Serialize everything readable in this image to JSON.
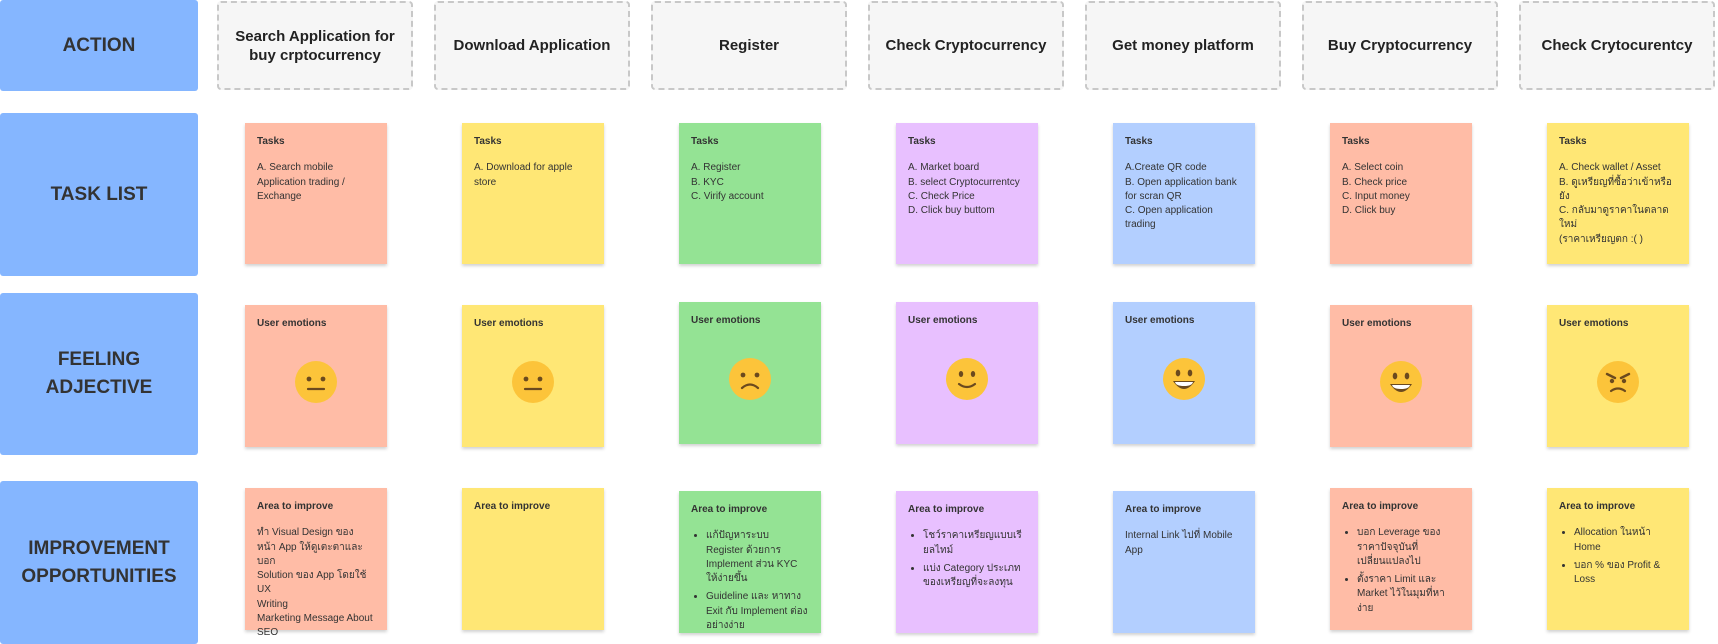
{
  "colors": {
    "label_bg": "#85b6ff",
    "salmon": "#ffbca6",
    "yellow": "#ffe775",
    "green": "#94e394",
    "purple": "#e8c0ff",
    "blue": "#b3cfff",
    "emoji_face": "#fcc43a"
  },
  "row_labels": {
    "action": "ACTION",
    "tasks": "TASK LIST",
    "feeling": "FEELING\nADJECTIVE",
    "improvement": "IMPROVEMENT\nOPPORTUNITIES"
  },
  "columns": [
    {
      "color": "salmon",
      "action": "Search Application for buy crptocurrency",
      "tasks_title": "Tasks",
      "tasks": "A. Search mobile\nApplication trading /\nExchange",
      "emotion_title": "User emotions",
      "emotion": "neutral-face-icon",
      "improve_title": "Area to improve",
      "improve_text": "ทำ Visual Design ของ\nหน้า App ให้ดูเตะตาและบอก\nSolution ของ App โดยใช้ UX\nWriting\nMarketing Message About\nSEO",
      "improve_bullets": []
    },
    {
      "color": "yellow",
      "action": "Download Application",
      "tasks_title": "Tasks",
      "tasks": "A. Download for apple\nstore",
      "emotion_title": "User emotions",
      "emotion": "neutral-face-icon",
      "improve_title": "Area to improve",
      "improve_text": "",
      "improve_bullets": []
    },
    {
      "color": "green",
      "action": "Register",
      "tasks_title": "Tasks",
      "tasks": "A. Register\nB. KYC\nC. Virify account",
      "emotion_title": "User emotions",
      "emotion": "frowning-face-icon",
      "improve_title": "Area to improve",
      "improve_text": "",
      "improve_bullets": [
        "แก้ปัญหาระบบ Register ด้วยการ Implement ส่วน KYC ให้ง่ายขึ้น",
        "Guideline และ หาทาง Exit กับ Implement ต่องอย่างง่าย"
      ]
    },
    {
      "color": "purple",
      "action": "Check Cryptocurrency",
      "tasks_title": "Tasks",
      "tasks": "A. Market board\nB. select Cryptocurrentcy\nC. Check Price\nD. Click buy buttom",
      "emotion_title": "User emotions",
      "emotion": "slightly-smiling-face-icon",
      "improve_title": "Area to improve",
      "improve_text": "",
      "improve_bullets": [
        "โชว์ราคาเหรียญแบบเรียลไทม์",
        "แบ่ง Category ประเภทของเหรียญที่จะลงทุน"
      ]
    },
    {
      "color": "blue",
      "action": "Get money platform",
      "tasks_title": "Tasks",
      "tasks": "A.Create QR code\nB. Open application bank\nfor scran QR\nC. Open application\ntrading",
      "emotion_title": "User emotions",
      "emotion": "grinning-face-icon",
      "improve_title": "Area to improve",
      "improve_text": "Internal Link ไปที่ Mobile\nApp",
      "improve_bullets": []
    },
    {
      "color": "salmon",
      "action": "Buy Cryptocurrency",
      "tasks_title": "Tasks",
      "tasks": "A. Select coin\nB. Check price\nC. Input money\nD. Click buy",
      "emotion_title": "User emotions",
      "emotion": "grinning-face-icon",
      "improve_title": "Area to improve",
      "improve_text": "",
      "improve_bullets": [
        "บอก Leverage ของราคาปัจจุบันที่เปลี่ยนแปลงไป",
        "ตั้งราคา Limit และ Market ไว้ในมุมที่หาง่าย"
      ]
    },
    {
      "color": "yellow",
      "action": "Check Crytocurentcy",
      "tasks_title": "Tasks",
      "tasks": "A. Check wallet / Asset\nB. ดูเหรียญที่ซื้อว่าเข้าหรือยัง\nC. กลับมาดูราคาในตลาดใหม่\n(ราคาเหรียญตก :(  )",
      "emotion_title": "User emotions",
      "emotion": "angry-face-icon",
      "improve_title": "Area to improve",
      "improve_text": "",
      "improve_bullets": [
        "Allocation ในหน้า Home",
        "บอก % ของ Profit & Loss"
      ]
    }
  ]
}
